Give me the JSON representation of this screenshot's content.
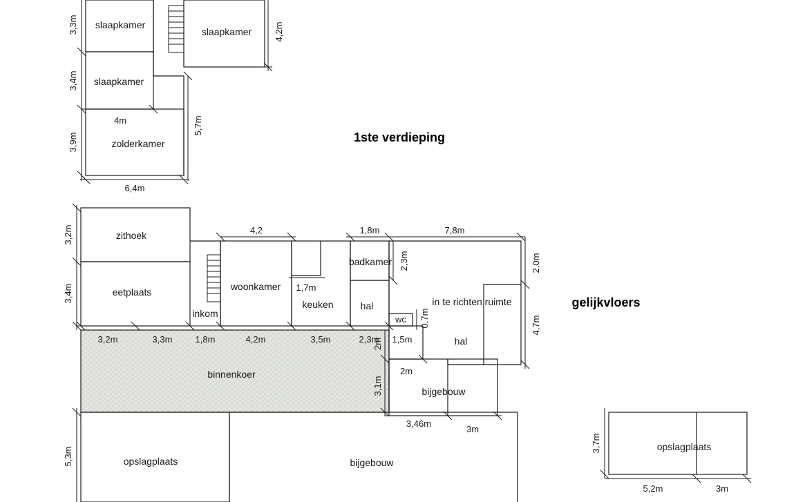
{
  "headings": {
    "upper_floor": "1ste verdieping",
    "ground_floor": "gelijkvloers"
  },
  "upper_rooms": {
    "slaapkamer_1": "slaapkamer",
    "slaapkamer_2": "slaapkamer",
    "slaapkamer_3": "slaapkamer",
    "zolderkamer": "zolderkamer"
  },
  "upper_dims": {
    "h1": "3,3m",
    "h2": "3,4m",
    "h3": "3,9m",
    "w_slaap": "4m",
    "w_total": "6,4m",
    "h_right": "5,7m",
    "h_slaap3": "4,2m"
  },
  "ground_rooms": {
    "zithoek": "zithoek",
    "eetplaats": "eetplaats",
    "inkom": "inkom",
    "woonkamer": "woonkamer",
    "keuken": "keuken",
    "badkamer": "badkamer",
    "hal_1": "hal",
    "hal_2": "hal",
    "ruimte": "in te richten ruimte",
    "wc": "wc",
    "binnenkoer": "binnenkoer",
    "bijgebouw_small": "bijgebouw",
    "opslagplaats": "opslagplaats",
    "bijgebouw_large": "bijgebouw"
  },
  "ground_dims": {
    "zithoek_h": "3,2m",
    "eetplaats_h": "3,4m",
    "woon_w": "4,2",
    "keuken_depth": "1,7m",
    "bad_w": "1,8m",
    "bad_h": "2,3m",
    "ruimte_w": "7,8m",
    "ruimte_top_h": "2,0m",
    "ruimte_h": "4,7m",
    "wc_h": "0,7m",
    "row_1": "3,2m",
    "row_2": "3,3m",
    "row_3": "1,8m",
    "row_4": "4,2m",
    "row_5": "3,5m",
    "row_6": "2,3m",
    "row_7": "1,5m",
    "koer_2m": "2m",
    "bij_2m": "2m",
    "koer_h": "3,1m",
    "bij_w1": "3,46m",
    "bij_w2": "3m",
    "opslag_h": "5,3m"
  },
  "separate_building": {
    "room": "opslagplaats",
    "h": "3,7m",
    "w1": "5,2m",
    "w2": "3m"
  },
  "colors": {
    "lines": "#1a1a1a",
    "courtyard_fill": "#e4e7e1"
  }
}
